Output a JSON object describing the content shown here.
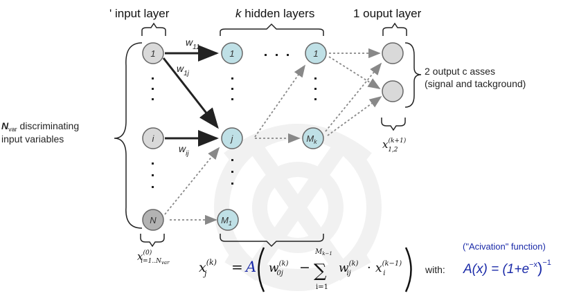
{
  "headers": {
    "input": "' input layer",
    "hidden_k": "k",
    "hidden_rest": " hidden layers",
    "output": "1 ouput layer"
  },
  "weights": {
    "w11_base": "w",
    "w11_sub": "11",
    "w1j_base": "w",
    "w1j_sub": "1j",
    "wij_base": "w",
    "wij_sub": "ij"
  },
  "nodes": {
    "input_top": "1",
    "input_mid": "i",
    "input_bottom": "N",
    "hidden1_top": "1",
    "hidden1_mid": "j",
    "hidden1_bottom": "M",
    "hidden1_bottom_sub": "1",
    "hiddenk_top": "1",
    "hiddenk_bottom": "M",
    "hiddenk_bottom_sub": "k"
  },
  "labels": {
    "discriminating_var": "N",
    "discriminating_var_sub": "var",
    "discriminating_rest": " discriminating",
    "input_variables": "input variables",
    "output_classes_1": "2 output c asses",
    "output_classes_2": "(signal and tackground)",
    "output_x_base": "x",
    "output_x_sup": "(k+1)",
    "output_x_sub": "1,2",
    "input_x_base": "x",
    "input_x_sup": "(0)",
    "input_x_sub": "i=1..N",
    "input_x_sub_var": "var"
  },
  "formula": {
    "lhs_base": "x",
    "lhs_sup": "(k)",
    "lhs_sub": "j",
    "equals": "=",
    "A": "A",
    "w0j_base": "w",
    "w0j_sup": "(k)",
    "w0j_sub": "0j",
    "minus": "−",
    "sum_top": "M",
    "sum_top_sub": "k−1",
    "sum_sign": "∑",
    "sum_bottom": "i=1",
    "wij_base": "w",
    "wij_sup": "(k)",
    "wij_sub": "ij",
    "dot": "·",
    "xi_base": "x",
    "xi_sup": "(k−1)",
    "xi_sub": "i",
    "with": "with:",
    "activation_note": "(\"Acivation\" function)",
    "ax": "A(x) = (1+e",
    "ax_exp": "−x",
    "ax_close": ")",
    "ax_pow": "−1"
  },
  "colors": {
    "hidden_node": "#bfe0e6",
    "grey_node": "#d9d9d9",
    "input_bottom_node": "#b3b3b3",
    "formula_blue": "#1a2aa8",
    "watermark": "#e9e9e9"
  }
}
